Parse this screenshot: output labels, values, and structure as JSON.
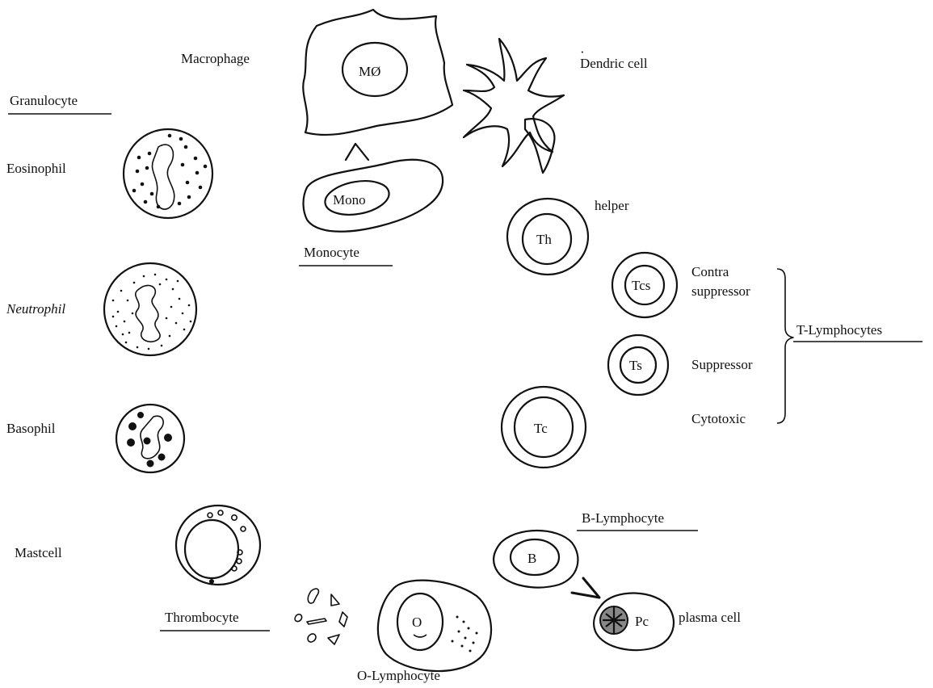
{
  "labels": {
    "granulocyte": "Granulocyte",
    "eosinophil": "Eosinophil",
    "neutrophil": "Neutrophil",
    "basophil": "Basophil",
    "mastcell": "Mastcell",
    "thrombocyte": "Thrombocyte",
    "macrophage": "Macrophage",
    "monocyte": "Monocyte",
    "dendric_cell": "Dendric cell",
    "helper": "helper",
    "contra_1": "Contra",
    "contra_2": "suppressor",
    "suppressor": "Suppressor",
    "cytotoxic": "Cytotoxic",
    "t_lymphocytes": "T-Lymphocytes",
    "b_lymphocyte": "B-Lymphocyte",
    "plasma_cell": "plasma cell",
    "o_lymphocyte": "O-Lymphocyte"
  },
  "cell_labels": {
    "macrophage": "MØ",
    "monocyte": "Mono",
    "th": "Th",
    "tcs": "Tcs",
    "ts": "Ts",
    "tc": "Tc",
    "b": "B",
    "pc": "Pc",
    "o": "O"
  }
}
